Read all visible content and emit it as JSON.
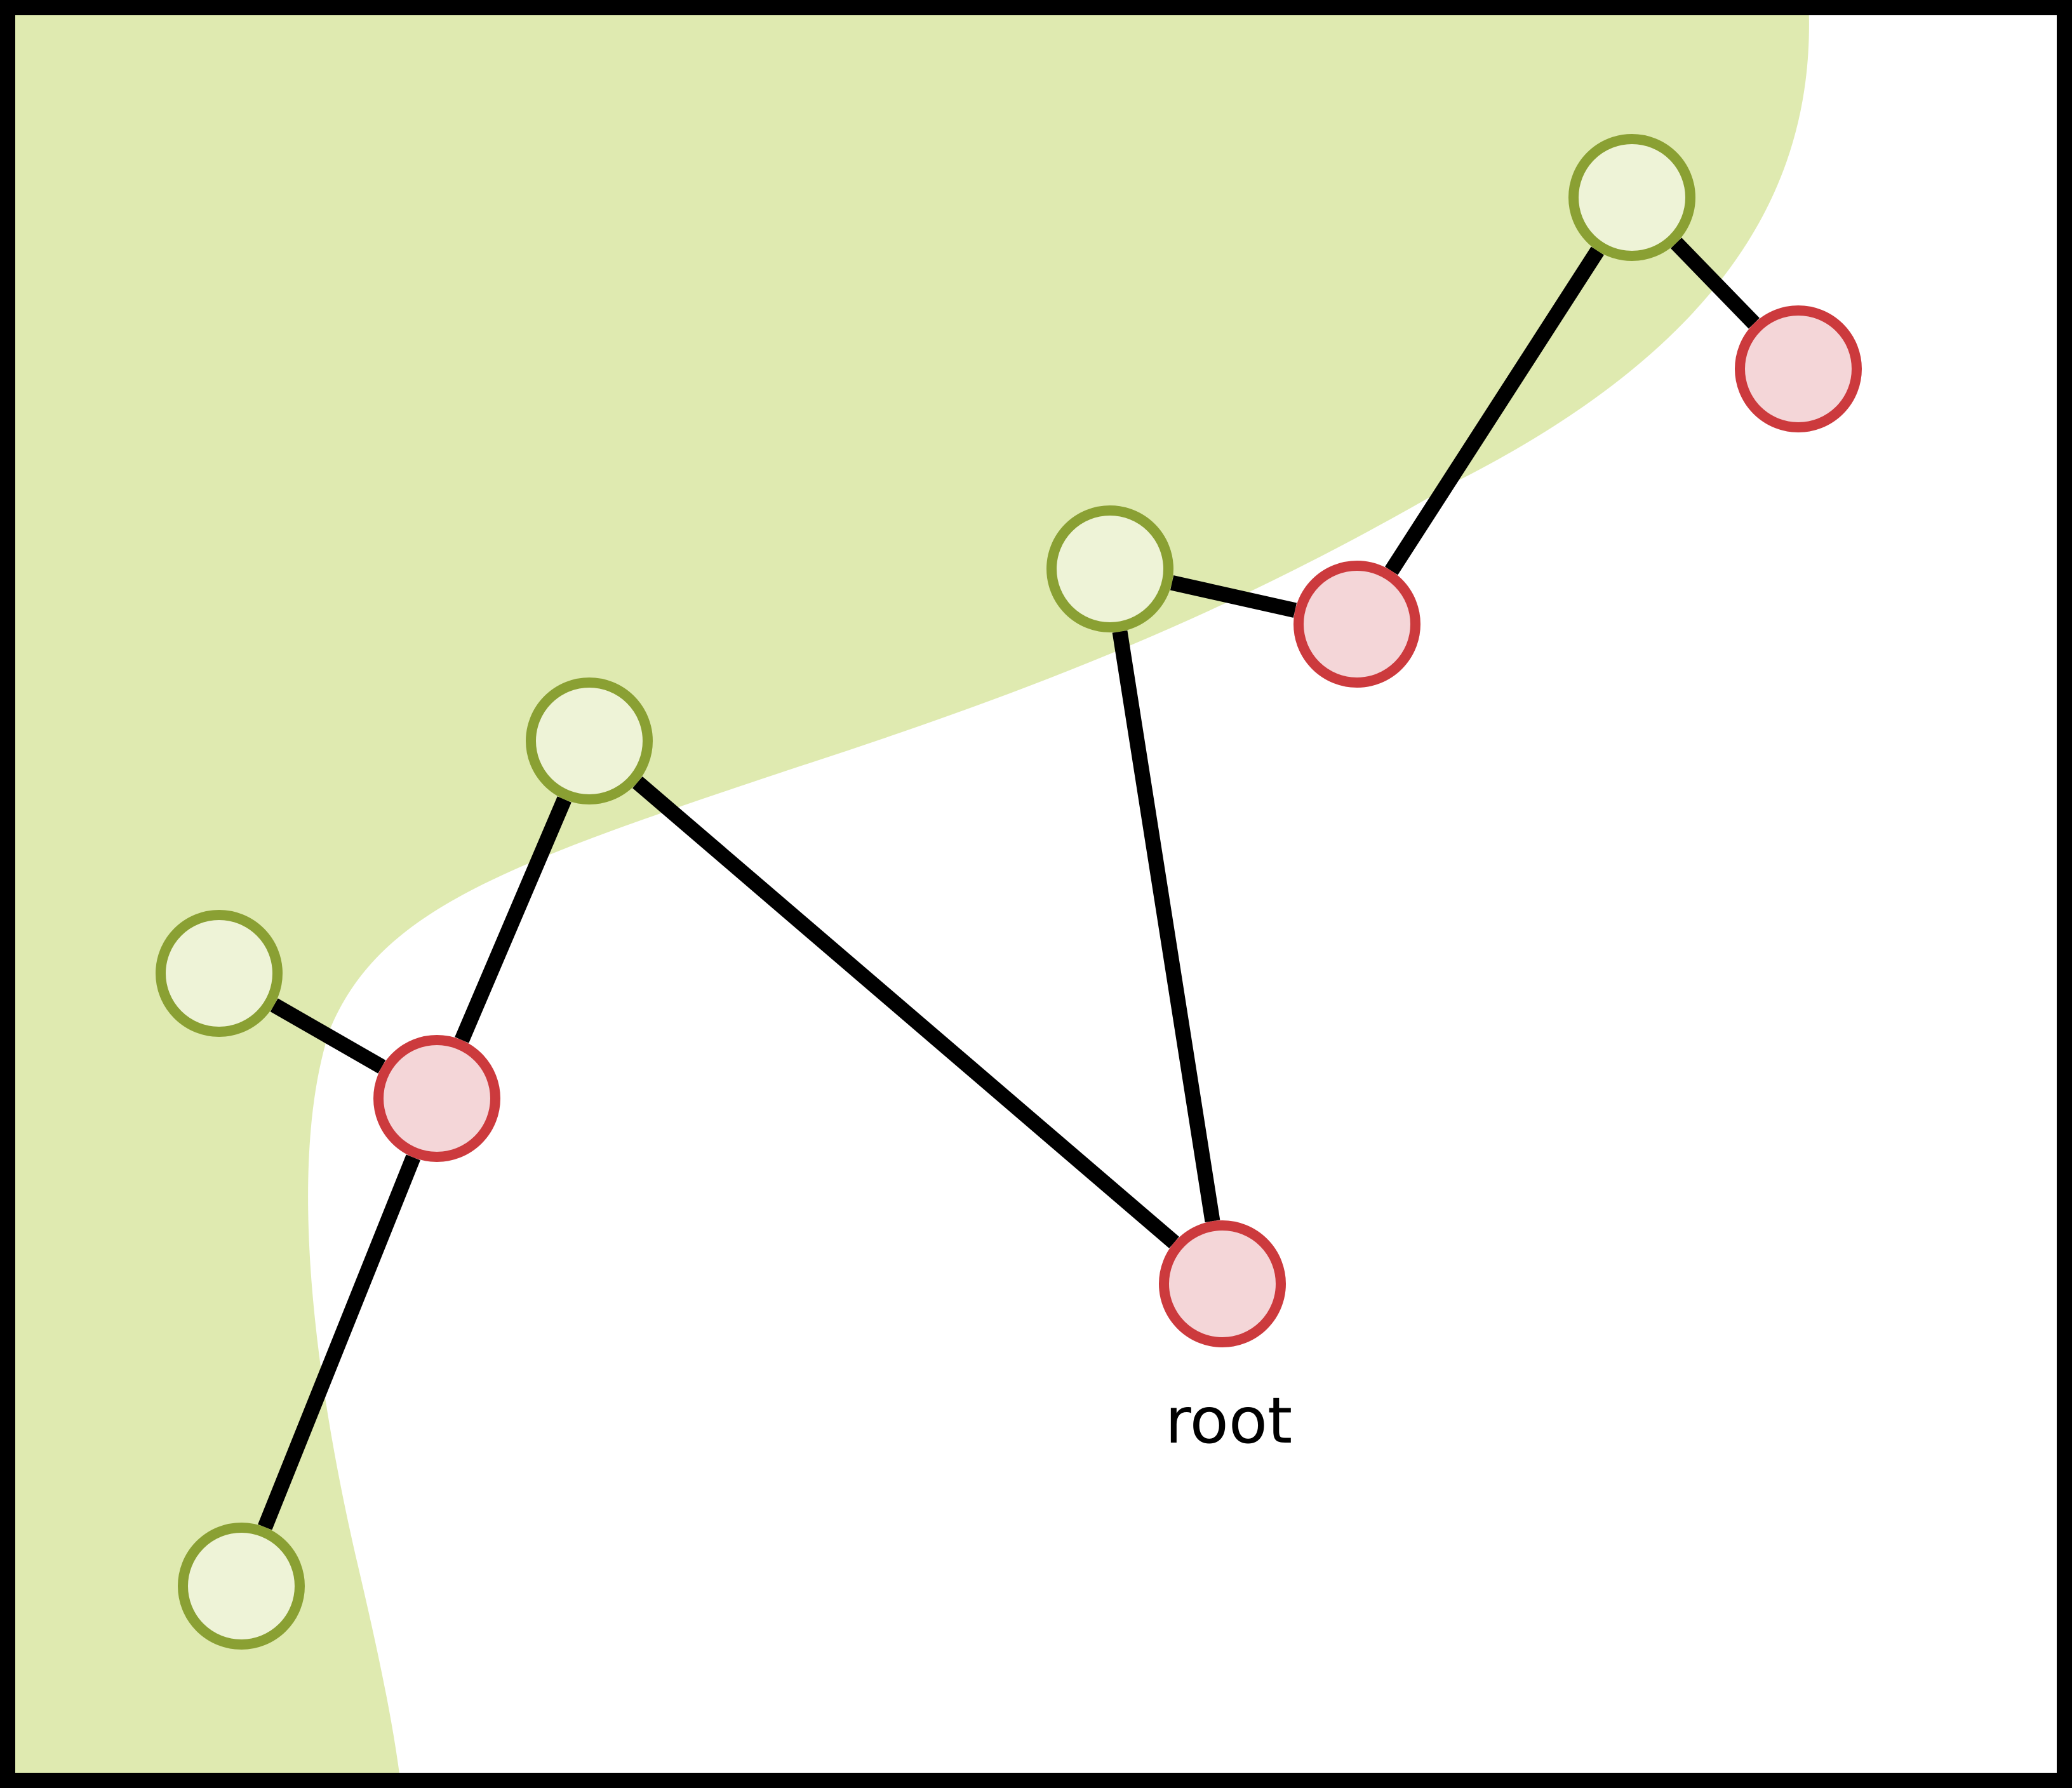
{
  "colors": {
    "region_fill": "#dfeab0",
    "green_node_fill": "#eef3d7",
    "green_node_stroke": "#8aa033",
    "red_node_fill": "#f4d6d8",
    "red_node_stroke": "#cc3a3d",
    "edge": "#000000",
    "frame": "#000000",
    "label": "#000000"
  },
  "nodes": [
    {
      "id": "root",
      "kind": "red",
      "label": "root"
    },
    {
      "id": "r1",
      "kind": "red",
      "label": ""
    },
    {
      "id": "r2",
      "kind": "red",
      "label": ""
    },
    {
      "id": "r3",
      "kind": "red",
      "label": ""
    },
    {
      "id": "g1",
      "kind": "green",
      "label": ""
    },
    {
      "id": "g2",
      "kind": "green",
      "label": ""
    },
    {
      "id": "g3",
      "kind": "green",
      "label": ""
    },
    {
      "id": "g4",
      "kind": "green",
      "label": ""
    },
    {
      "id": "g5",
      "kind": "green",
      "label": ""
    }
  ],
  "edges": [
    {
      "from": "root",
      "to": "g2"
    },
    {
      "from": "root",
      "to": "g4"
    },
    {
      "from": "g2",
      "to": "r1"
    },
    {
      "from": "r1",
      "to": "g1"
    },
    {
      "from": "r1",
      "to": "g3"
    },
    {
      "from": "g4",
      "to": "r2"
    },
    {
      "from": "r2",
      "to": "g5"
    },
    {
      "from": "g5",
      "to": "r3"
    }
  ]
}
